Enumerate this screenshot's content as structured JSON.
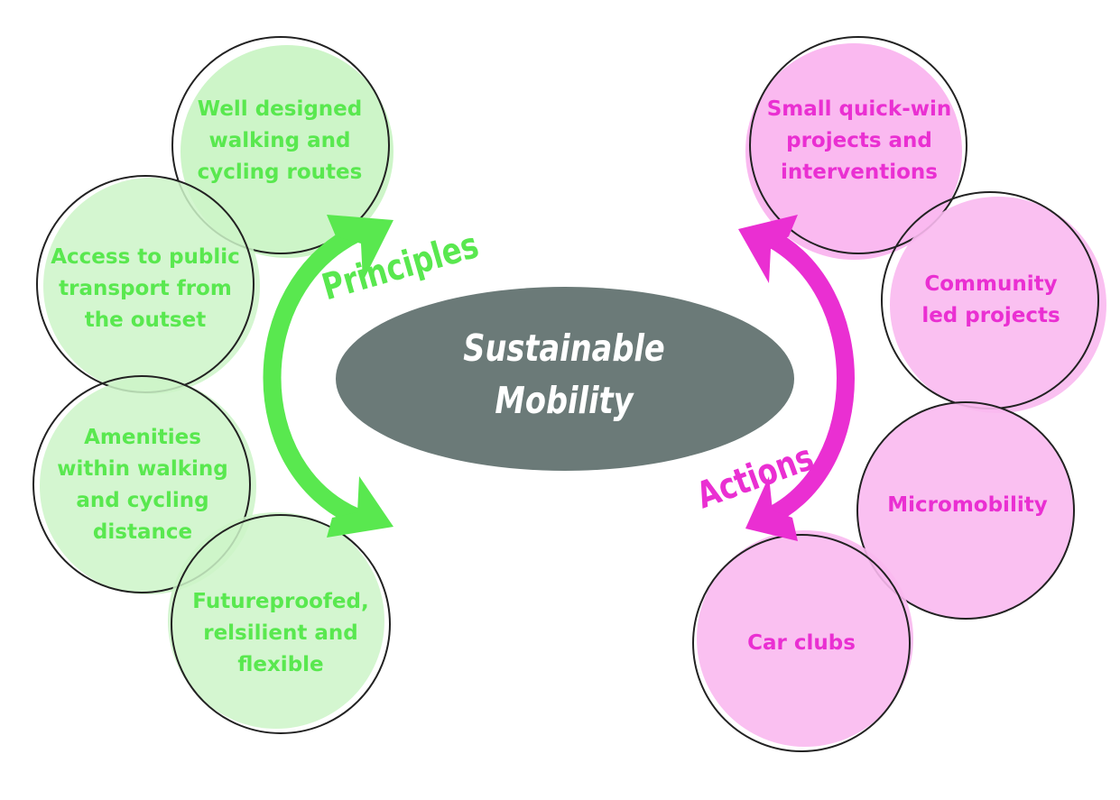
{
  "center": {
    "title": "Sustainable\nMobility",
    "fill": "#6b7a78"
  },
  "principles": {
    "label": "Principles",
    "color": "#59e84f",
    "fill": "#cdf5c8",
    "items": [
      "Well designed\nwalking and\ncycling routes",
      "Access to public\ntransport from\nthe outset",
      "Amenities\nwithin walking\nand cycling\ndistance",
      "Futureproofed,\nrelsilient and\nflexible"
    ]
  },
  "actions": {
    "label": "Actions",
    "color": "#ea2fd2",
    "fill": "#fab9f0",
    "items": [
      "Small quick-win\nprojects and\ninterventions",
      "Community\nled projects",
      "Micromobility",
      "Car clubs"
    ]
  }
}
